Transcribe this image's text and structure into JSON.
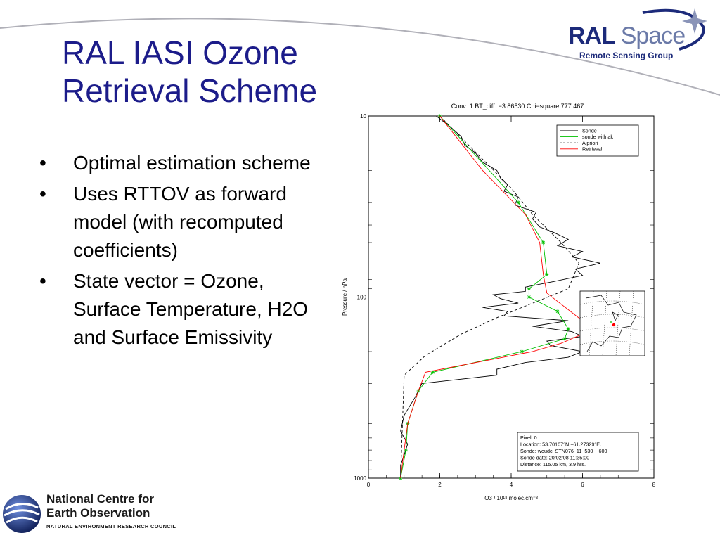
{
  "slide": {
    "title_lines": [
      "RAL IASI Ozone",
      "Retrieval Scheme"
    ],
    "bullets": [
      "Optimal estimation scheme",
      "Uses RTTOV as forward model (with recomputed coefficients)",
      "State vector = Ozone, Surface Temperature, H2O and Surface Emissivity"
    ],
    "bullet_symbol": "•",
    "colors": {
      "title": "#1c1c8a",
      "arc": "#b0b0b8"
    }
  },
  "logos": {
    "ral": {
      "name_bold": "RAL",
      "name_light": "Space",
      "subtitle": "Remote Sensing Group"
    },
    "nceo": {
      "line1": "National Centre for",
      "line2": "Earth Observation",
      "line3": "NATURAL ENVIRONMENT RESEARCH COUNCIL"
    }
  },
  "chart_data": {
    "type": "line",
    "title": "Conv:  1  BT_diff:  −3.86530  Chi−square:777.467",
    "xlabel": "O3 / 10¹⁸ molec.cm⁻³",
    "ylabel": "Pressure / hPa",
    "xlim": [
      0,
      8
    ],
    "ylim": [
      1000,
      10
    ],
    "y_scale": "log",
    "x_ticks": [
      0,
      2,
      4,
      6,
      8
    ],
    "y_ticks": [
      10,
      100,
      1000
    ],
    "legend_position": "top-right",
    "series": [
      {
        "name": "Sonde",
        "color": "#000000",
        "dash": "solid",
        "x": [
          1.9,
          2.3,
          2.6,
          2.7,
          3.0,
          3.2,
          3.6,
          3.7,
          3.9,
          3.8,
          4.2,
          4.1,
          4.7,
          4.6,
          4.8,
          5.2,
          5.6,
          5.3,
          6.0,
          5.7,
          6.5,
          5.8,
          6.0,
          5.2,
          4.4,
          4.4,
          3.5,
          3.7,
          4.2,
          3.2,
          3.9,
          3.8,
          5.6,
          4.6,
          5.7,
          6.0,
          5.0,
          5.1,
          6.0,
          5.6,
          4.4,
          3.6,
          3.6,
          1.5,
          1.3,
          1.0,
          0.9,
          1.1,
          0.9,
          0.9
        ],
        "y": [
          10,
          11.5,
          13,
          14.5,
          16,
          18,
          20,
          22,
          24,
          26,
          28,
          31,
          34,
          37,
          41,
          44,
          48,
          52,
          56,
          60,
          65,
          70,
          76,
          82,
          88,
          93,
          97,
          102,
          108,
          114,
          120,
          127,
          135,
          145,
          155,
          165,
          175,
          185,
          200,
          215,
          230,
          250,
          270,
          300,
          360,
          450,
          550,
          650,
          850,
          1000
        ]
      },
      {
        "name": "sonde with ak",
        "color": "#00c000",
        "dash": "solid",
        "marker": "asterisk",
        "x": [
          2.0,
          4.2,
          4.9,
          5.0,
          4.5,
          4.5,
          5.3,
          5.6,
          5.5,
          4.3,
          1.8,
          1.4,
          1.1,
          1.05,
          0.9
        ],
        "y": [
          10,
          30,
          50,
          75,
          90,
          100,
          120,
          150,
          170,
          200,
          260,
          330,
          500,
          700,
          1000
        ]
      },
      {
        "name": "A priori",
        "color": "#000000",
        "dash": "dashed",
        "x": [
          2.0,
          4.0,
          4.6,
          5.4,
          5.9,
          5.6,
          4.5,
          3.6,
          2.6,
          1.6,
          1.0,
          0.9
        ],
        "y": [
          10,
          25,
          35,
          50,
          65,
          90,
          110,
          130,
          160,
          210,
          270,
          1000
        ]
      },
      {
        "name": "Retrieval",
        "color": "#ff0000",
        "dash": "solid",
        "x": [
          2.0,
          3.2,
          4.4,
          4.8,
          4.9,
          5.0,
          6.1,
          6.0,
          5.4,
          4.6,
          1.6,
          1.4,
          1.1,
          1.0,
          0.9
        ],
        "y": [
          10,
          20,
          35,
          50,
          75,
          95,
          140,
          160,
          180,
          200,
          260,
          330,
          500,
          700,
          1000
        ]
      }
    ],
    "info_box": [
      "Pixel:   0",
      "Location: 53.70107°N,−61.27329°E.",
      "Sonde: woudc_STN076_11_530_−600",
      "Sonde date: 20/02/08 11:35:00",
      "Distance: 115.05 km, 3.9 hrs."
    ]
  }
}
